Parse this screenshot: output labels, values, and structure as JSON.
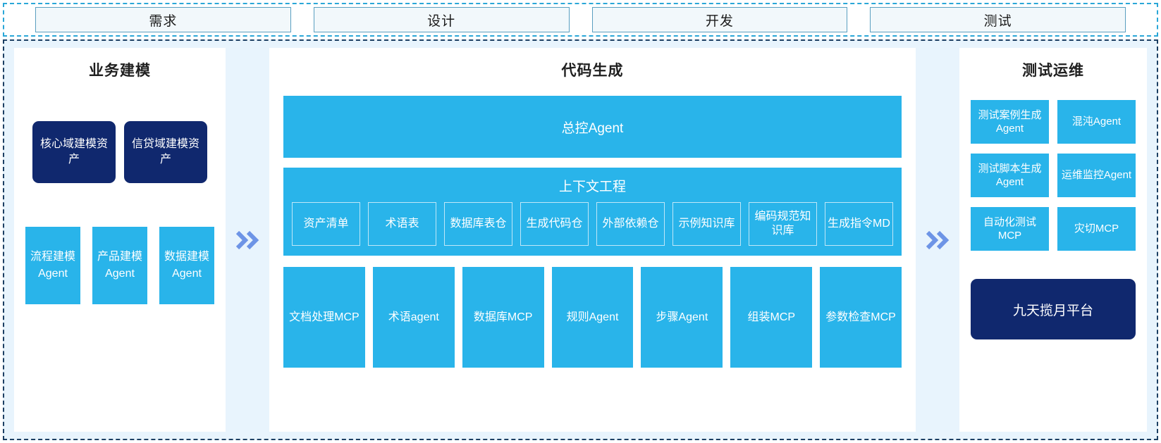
{
  "colors": {
    "cyan": "#29b4ea",
    "navy": "#10286e",
    "arrow": "#6d94e6",
    "panel_bg": "#e8f4fd",
    "phase_border": "#2aa7d8"
  },
  "phases": [
    {
      "label": "需求"
    },
    {
      "label": "设计"
    },
    {
      "label": "开发"
    },
    {
      "label": "测试"
    }
  ],
  "arrows": {
    "left_arrow": "double-chevron-right",
    "right_arrow": "double-chevron-right"
  },
  "left_panel": {
    "title": "业务建模",
    "assets": [
      {
        "label": "核心域建模资产"
      },
      {
        "label": "信贷域建模资产"
      }
    ],
    "agents": [
      {
        "label": "流程建模Agent"
      },
      {
        "label": "产品建模Agent"
      },
      {
        "label": "数据建模Agent"
      }
    ]
  },
  "center_panel": {
    "title": "代码生成",
    "master_agent": "总控Agent",
    "context": {
      "title": "上下文工程",
      "items": [
        {
          "label": "资产清单"
        },
        {
          "label": "术语表"
        },
        {
          "label": "数据库表仓"
        },
        {
          "label": "生成代码仓"
        },
        {
          "label": "外部依赖仓"
        },
        {
          "label": "示例知识库"
        },
        {
          "label": "编码规范知识库"
        },
        {
          "label": "生成指令MD"
        }
      ]
    },
    "tools": [
      {
        "label": "文档处理MCP"
      },
      {
        "label": "术语agent"
      },
      {
        "label": "数据库MCP"
      },
      {
        "label": "规则Agent"
      },
      {
        "label": "步骤Agent"
      },
      {
        "label": "组装MCP"
      },
      {
        "label": "参数检查MCP"
      }
    ]
  },
  "right_panel": {
    "title": "测试运维",
    "items": [
      {
        "label": "测试案例生成Agent"
      },
      {
        "label": "混沌Agent"
      },
      {
        "label": "测试脚本生成Agent"
      },
      {
        "label": "运维监控Agent"
      },
      {
        "label": "自动化测试MCP"
      },
      {
        "label": "灾切MCP"
      }
    ],
    "platform": "九天揽月平台"
  }
}
